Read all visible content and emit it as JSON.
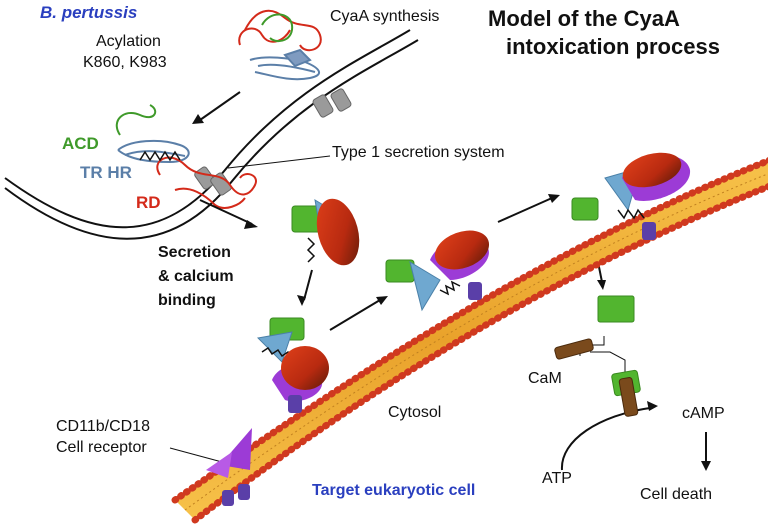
{
  "title": {
    "line1": "Model of the CyaA",
    "line2": "intoxication process"
  },
  "labels": {
    "organism": "B. pertussis",
    "synthesis": "CyaA synthesis",
    "acylation_line1": "Acylation",
    "acylation_line2": "K860, K983",
    "acd": "ACD",
    "tr_hr": "TR HR",
    "rd": "RD",
    "secretion_system": "Type 1 secretion system",
    "secretion_line1": "Secretion",
    "secretion_line2": "& calcium",
    "secretion_line3": "binding",
    "receptor_line1": "CD11b/CD18",
    "receptor_line2": "Cell receptor",
    "cytosol": "Cytosol",
    "target_cell": "Target eukaryotic cell",
    "cam": "CaM",
    "camp": "cAMP",
    "atp": "ATP",
    "cell_death": "Cell death"
  },
  "colors": {
    "acd_green": "#3f9a2a",
    "tr_hr_blue": "#5b7fa8",
    "rd_red": "#d42a1a",
    "organism_blue": "#2a3fbf",
    "target_blue": "#2a3fbf",
    "membrane_orange": "#f2b233",
    "membrane_dot_red": "#d0391f",
    "receptor_purple": "#9c3bd6",
    "catalytic_green": "#52b52f",
    "hemolysin_blue": "#6fa8d0",
    "cam_brown": "#7a4a1c"
  }
}
